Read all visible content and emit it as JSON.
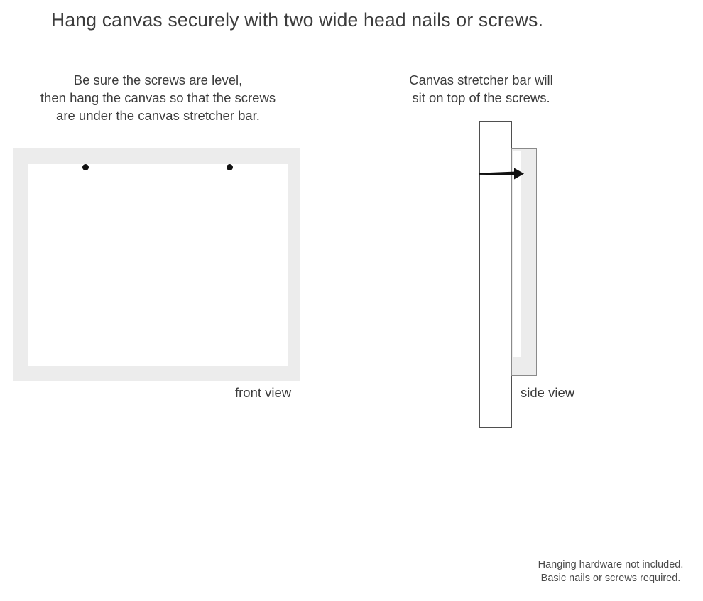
{
  "title": "Hang canvas securely with two wide head nails or screws.",
  "instructions": {
    "front": "Be sure the screws are level,\nthen hang the canvas so that the screws\nare under the canvas stretcher bar.",
    "side": "Canvas stretcher bar will\nsit on top of the screws."
  },
  "figures": {
    "front_label": "front view",
    "side_label": "side view",
    "front_screw_count": 2,
    "icons": [
      "screw-head-icon",
      "screw-head-icon",
      "nail-icon"
    ]
  },
  "footnote": "Hanging hardware not included.\nBasic nails or screws required.",
  "colors": {
    "page_bg": "#ffffff",
    "text": "#3c3c3c",
    "footnote_text": "#4a4a4a",
    "canvas_fill": "#ececec",
    "canvas_border": "#8a8a8a",
    "wall_border": "#4f4f4f",
    "screw": "#111111",
    "nail": "#111111"
  }
}
